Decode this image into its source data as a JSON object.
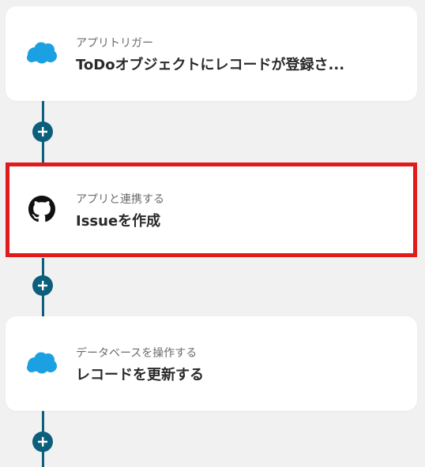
{
  "steps": [
    {
      "category": "アプリトリガー",
      "title": "ToDoオブジェクトにレコードが登録さ...",
      "icon": "salesforce-cloud-icon",
      "selected": false
    },
    {
      "category": "アプリと連携する",
      "title": "Issueを作成",
      "icon": "github-icon",
      "selected": true
    },
    {
      "category": "データベースを操作する",
      "title": "レコードを更新する",
      "icon": "salesforce-cloud-icon",
      "selected": false
    }
  ],
  "colors": {
    "connector": "#0b5f7c",
    "selection_border": "#e11b1b",
    "salesforce_blue": "#1ba1e1",
    "background": "#f1f1f1"
  }
}
